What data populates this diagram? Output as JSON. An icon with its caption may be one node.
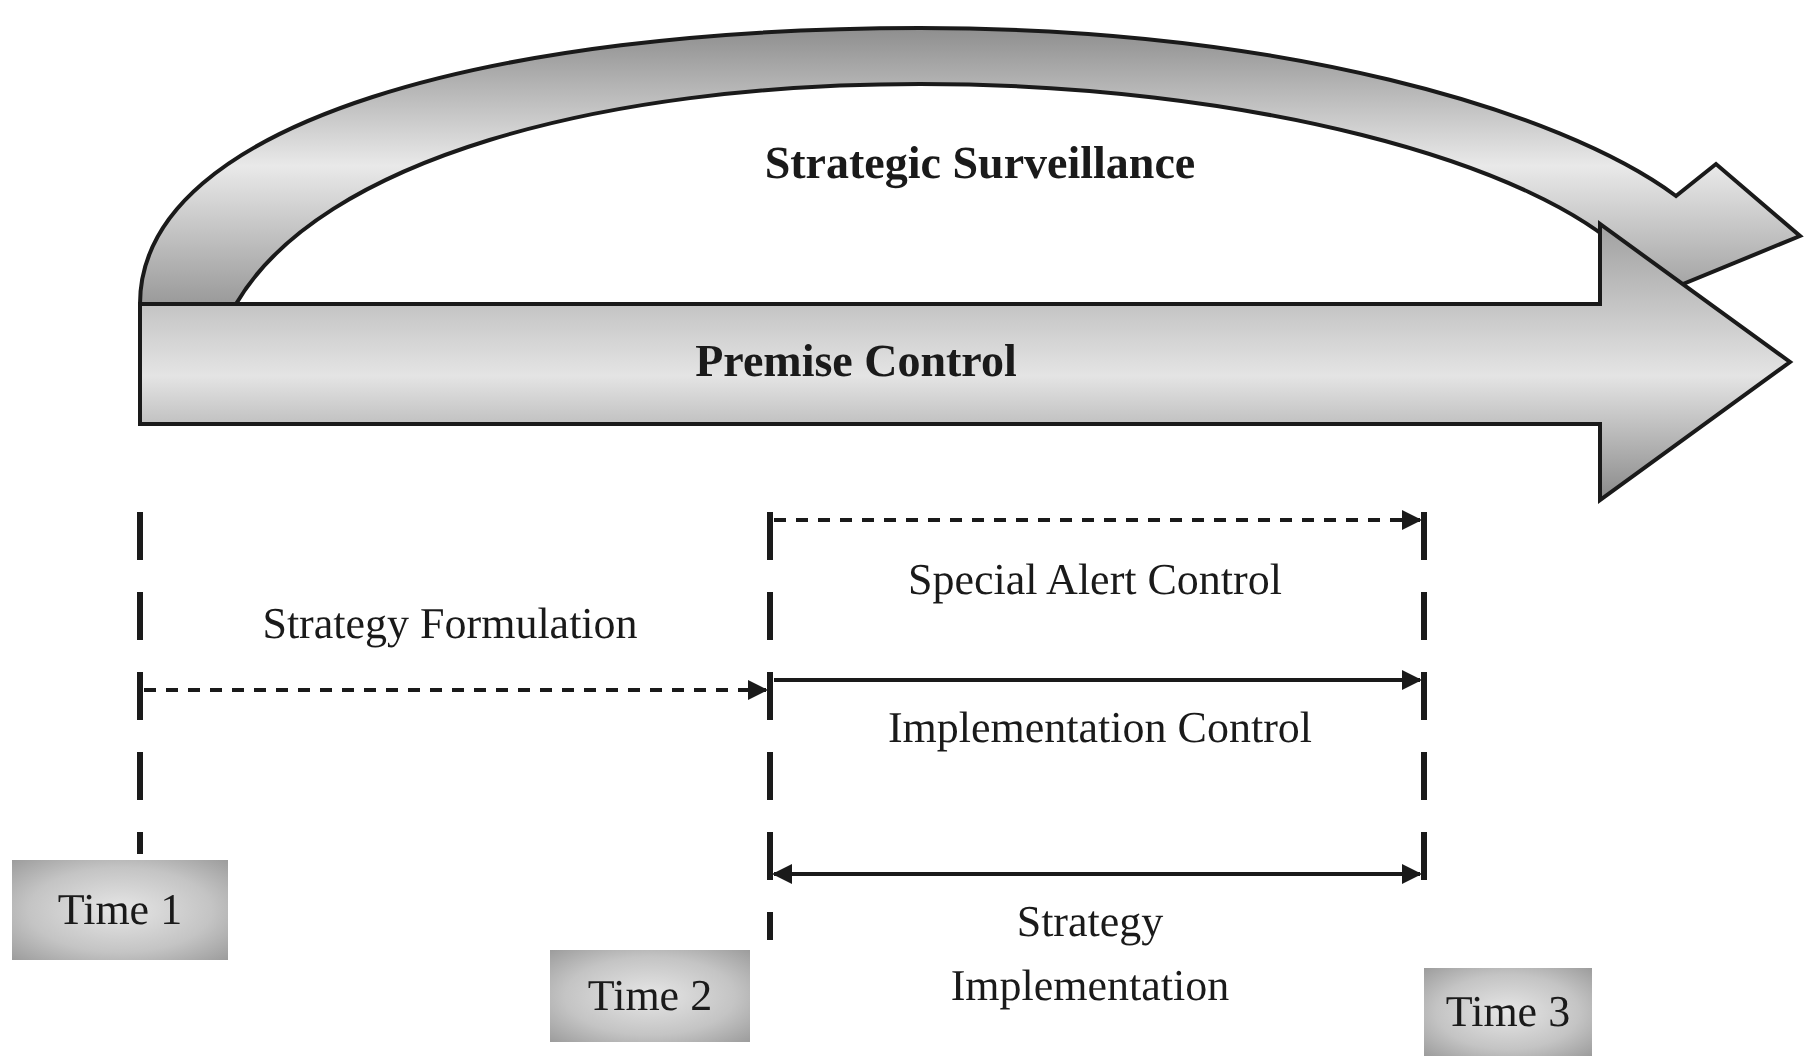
{
  "diagram": {
    "nodes": [
      {
        "text": [
          "Strategic Surveillance"
        ]
      },
      {
        "text": [
          "Premise Control"
        ]
      },
      {
        "text": [],
        "shape": "line"
      },
      {
        "text": [],
        "shape": "line"
      },
      {
        "text": [],
        "shape": "line"
      },
      {
        "text": [
          "Time 1"
        ]
      },
      {
        "text": [
          "Time 2"
        ]
      },
      {
        "text": [
          "Time 3"
        ]
      }
    ],
    "edges": [
      {
        "from": 2,
        "to": 3,
        "arrow": "to",
        "style": "dashed",
        "label": "Strategy Formulation"
      },
      {
        "from": 3,
        "to": 4,
        "arrow": "to",
        "style": "dashed",
        "label": "Special Alert Control"
      },
      {
        "from": 3,
        "to": 4,
        "arrow": "to",
        "label": "Implementation Control"
      },
      {
        "from": 3,
        "to": 4,
        "arrow": "both",
        "label": "Strategy Implementation"
      }
    ]
  }
}
